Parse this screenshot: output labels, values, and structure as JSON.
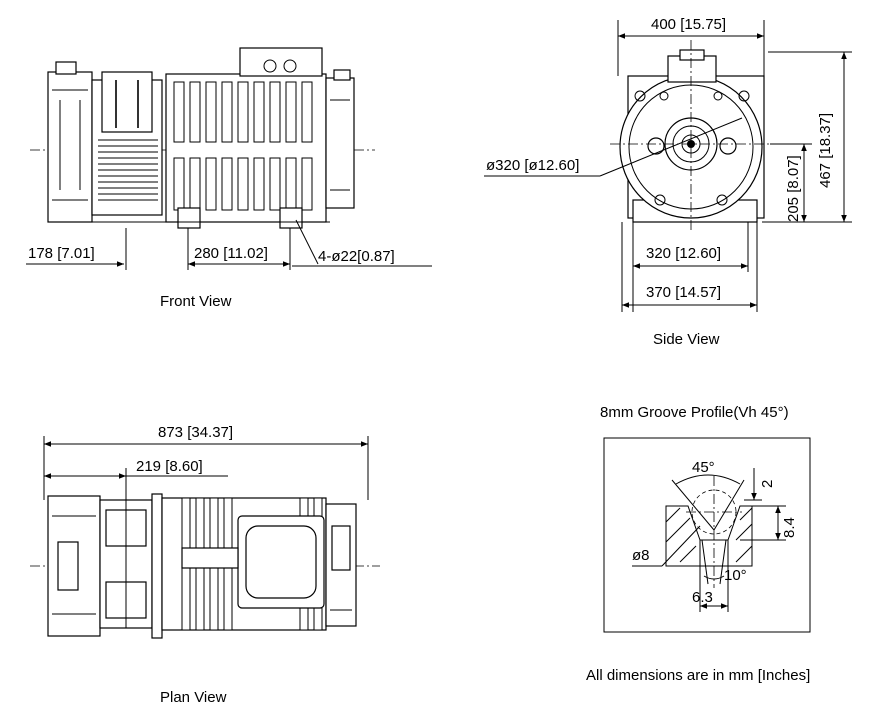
{
  "front_view": {
    "caption": "Front View",
    "dim_left": "178 [7.01]",
    "dim_mid": "280 [11.02]",
    "dim_holes": "4-ø22[0.87]"
  },
  "side_view": {
    "caption": "Side View",
    "dim_width_top": "400 [15.75]",
    "dim_diameter": "ø320 [ø12.60]",
    "dim_height_total": "467 [18.37]",
    "dim_height_axis": "205 [8.07]",
    "dim_base_inner": "320 [12.60]",
    "dim_base_outer": "370 [14.57]"
  },
  "plan_view": {
    "caption": "Plan View",
    "dim_overall": "873 [34.37]",
    "dim_offset": "219 [8.60]"
  },
  "groove_profile": {
    "title": "8mm Groove Profile(Vh 45°)",
    "angle_top": "45°",
    "angle_bottom": "10°",
    "dim_depth_top": "2",
    "dim_depth": "8.4",
    "dim_diameter": "ø8",
    "dim_width": "6.3"
  },
  "note": "All dimensions are in mm [Inches]"
}
